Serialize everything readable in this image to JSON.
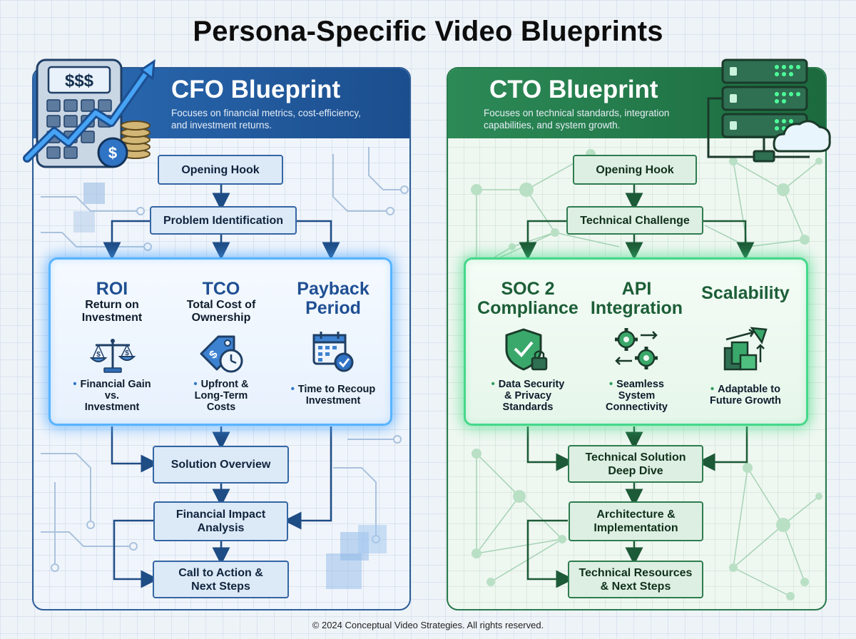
{
  "title": "Persona-Specific Video Blueprints",
  "cfo": {
    "title": "CFO Blueprint",
    "subtitle_line1": "Focuses on financial metrics, cost-efficiency,",
    "subtitle_line2": "and investment returns.",
    "icon_text": "$$$",
    "steps": {
      "opening_hook": "Opening Hook",
      "problem": "Problem Identification",
      "solution_overview": "Solution Overview",
      "impact_line1": "Financial Impact",
      "impact_line2": "Analysis",
      "cta_line1": "Call to Action &",
      "cta_line2": "Next Steps"
    },
    "metrics": [
      {
        "title": "ROI",
        "sub_line1": "Return on",
        "sub_line2": "Investment",
        "bullet_line1": "Financial Gain",
        "bullet_line2": "vs.",
        "bullet_line3": "Investment",
        "icon": "scale-icon"
      },
      {
        "title": "TCO",
        "sub_line1": "Total Cost of",
        "sub_line2": "Ownership",
        "bullet_line1": "Upfront &",
        "bullet_line2": "Long-Term",
        "bullet_line3": "Costs",
        "icon": "price-tag-clock-icon"
      },
      {
        "title_line1": "Payback",
        "title_line2": "Period",
        "bullet_line1": "Time to Recoup",
        "bullet_line2": "Investment",
        "icon": "calendar-check-icon"
      }
    ]
  },
  "cto": {
    "title": "CTO Blueprint",
    "subtitle_line1": "Focuses on technical standards, integration",
    "subtitle_line2": "capabilities, and system growth.",
    "steps": {
      "opening_hook": "Opening Hook",
      "challenge": "Technical Challenge",
      "deep_dive_line1": "Technical Solution",
      "deep_dive_line2": "Deep Dive",
      "arch_line1": "Architecture &",
      "arch_line2": "Implementation",
      "resources_line1": "Technical Resources",
      "resources_line2": "& Next Steps"
    },
    "metrics": [
      {
        "title_line1": "SOC 2",
        "title_line2": "Compliance",
        "bullet_line1": "Data Security",
        "bullet_line2": "& Privacy",
        "bullet_line3": "Standards",
        "icon": "shield-lock-icon"
      },
      {
        "title_line1": "API",
        "title_line2": "Integration",
        "bullet_line1": "Seamless",
        "bullet_line2": "System",
        "bullet_line3": "Connectivity",
        "icon": "gears-arrows-icon"
      },
      {
        "title": "Scalability",
        "bullet_line1": "Adaptable to",
        "bullet_line2": "Future Growth",
        "icon": "growth-blocks-icon"
      }
    ]
  },
  "footer": "© 2024 Conceptual Video Strategies. All rights reserved.",
  "colors": {
    "cfo_primary": "#2c6cb5",
    "cto_primary": "#2c8a57",
    "cfo_glow": "#57b4ff",
    "cto_glow": "#45d88a"
  }
}
